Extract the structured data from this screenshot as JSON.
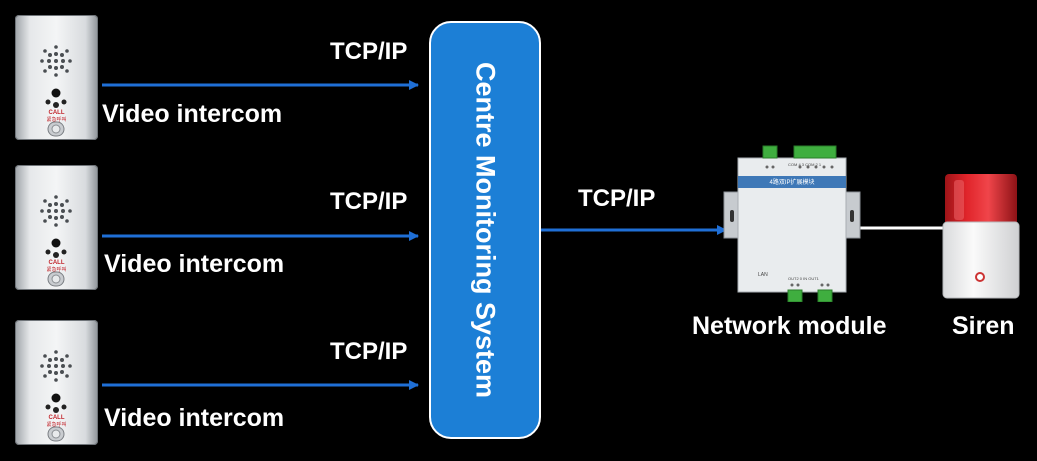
{
  "devices": [
    {
      "label": "Video intercom",
      "protocol": "TCP/IP",
      "device_caption": "CALL",
      "device_sub": "紧急呼叫"
    },
    {
      "label": "Video intercom",
      "protocol": "TCP/IP",
      "device_caption": "CALL",
      "device_sub": "紧急呼叫"
    },
    {
      "label": "Video intercom",
      "protocol": "TCP/IP",
      "device_caption": "CALL",
      "device_sub": "紧急呼叫"
    }
  ],
  "centre": {
    "label": "Centre Monitoring System"
  },
  "link_to_module": {
    "protocol": "TCP/IP"
  },
  "network_module": {
    "label": "Network module",
    "panel_text": "4路双IP扩展模块",
    "lan_text": "LAN",
    "out_text": "OUT2 0 IN OUT1",
    "top_text": "COM 4 3 COM 2 1"
  },
  "siren": {
    "label": "Siren"
  },
  "colors": {
    "background": "#000000",
    "centre_fill": "#1c7fd6",
    "arrow": "#1f6fd6",
    "siren_red": "#e0242a"
  }
}
